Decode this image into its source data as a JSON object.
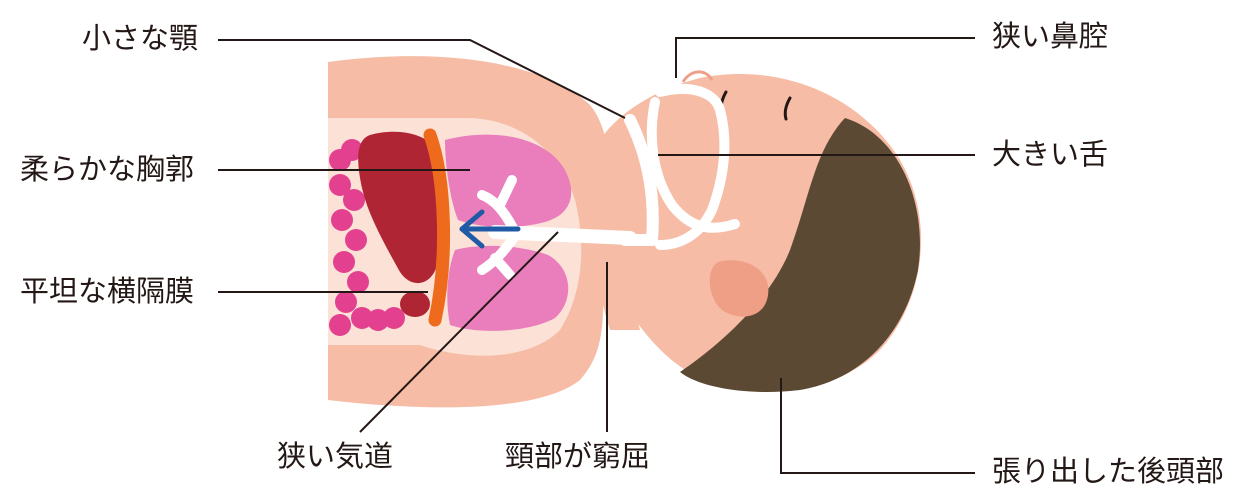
{
  "labels": {
    "small_jaw": "小さな顎",
    "soft_chest": "柔らかな胸郭",
    "flat_diaphragm": "平坦な横隔膜",
    "narrow_airway": "狭い気道",
    "neck_flexion": "頸部が窮屈",
    "narrow_nasal_cavity": "狭い鼻腔",
    "large_tongue": "大きい舌",
    "prominent_occiput": "張り出した後頭部"
  },
  "colors": {
    "skin": "#f6bca6",
    "skin_dark": "#ee9f86",
    "lung": "#ea7dbb",
    "liver": "#b02534",
    "diaphragm": "#ee6a1d",
    "intestine": "#e3418f",
    "hair": "#5c4934",
    "airway": "#ffffff",
    "arrow": "#1f5aa6",
    "leader_line": "#231815"
  }
}
